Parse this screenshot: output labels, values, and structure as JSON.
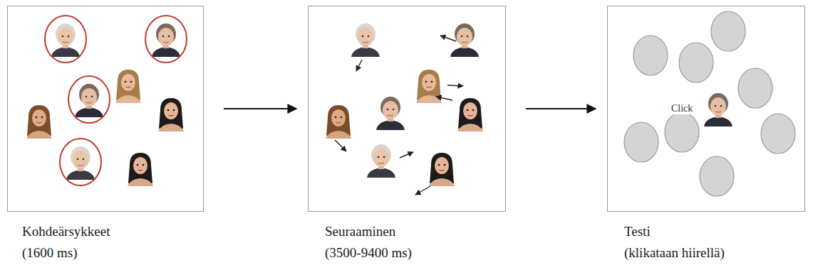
{
  "diagram": {
    "nodes": [
      {
        "text": [
          "Kohdeärsykkeet",
          "(1600 ms)"
        ]
      },
      {
        "text": [
          "Seuraaminen",
          "(3500-9400 ms)"
        ]
      },
      {
        "text": [
          "Testi",
          "(klikataan hiirellä)",
          "Click"
        ]
      }
    ],
    "edges": [
      {
        "from": 0,
        "to": 1,
        "arrow": "to"
      },
      {
        "from": 1,
        "to": 2,
        "arrow": "to"
      }
    ]
  }
}
